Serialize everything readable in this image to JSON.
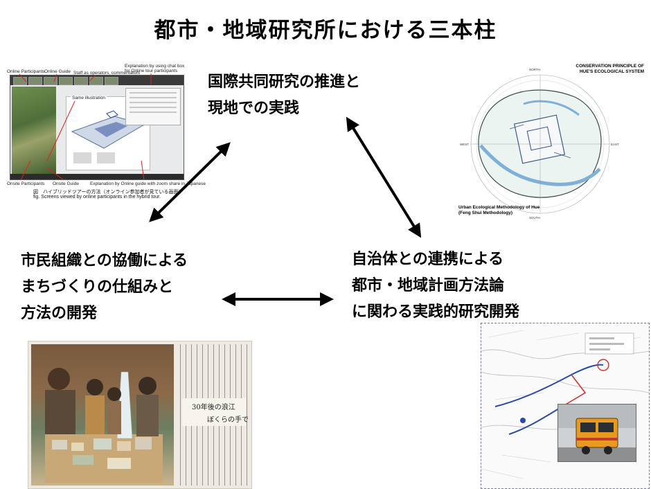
{
  "title": "都市・地域研究所における三本柱",
  "pillars": {
    "international": {
      "line1": "国際共同研究の推進と",
      "line2": "現地での実践"
    },
    "citizen": {
      "line1": "市民組織との協働による",
      "line2": "まちづくりの仕組みと",
      "line3": "方法の開発"
    },
    "municipal": {
      "line1": "自治体との連携による",
      "line2": "都市・地域計画方法論",
      "line3": "に関わる実践的研究開発"
    }
  },
  "figure_hybrid_tour": {
    "labels": {
      "online_participants": "Online Participants",
      "online_guide": "Online Guide",
      "staff": "Staff as operators, commentators",
      "chat_line1": "Explanation by using chat box",
      "chat_line2": "for Online tour participants",
      "same_illustration": "Same illustration",
      "onsite_participants": "Onsite Participants",
      "onsite_guide": "Onsite Guide",
      "zoom_share": "Explanation by Online guide with zoom share in Japanese"
    },
    "caption_jp": "図　ハイブリッドツアーの方法（オンライン参加者が見ている画面）",
    "caption_en": "fig. Screens viewed by online participants in the hybrid tour."
  },
  "figure_hue_map": {
    "title_line1": "CONSERVATION PRINCIPLE OF",
    "title_line2": "HUE'S ECOLOGICAL SYSTEM",
    "caption_line1": "Urban Ecological Methodology of Hue",
    "caption_line2": "(Feng Shui Methodology)",
    "compass": {
      "north": "NORTH",
      "south": "SOUTH",
      "east": "EAST",
      "west": "WEST"
    }
  },
  "figure_newspaper": {
    "headline1": "30年後の浪江",
    "headline2": "ぼくらの手で"
  },
  "figure_tram_map": {}
}
